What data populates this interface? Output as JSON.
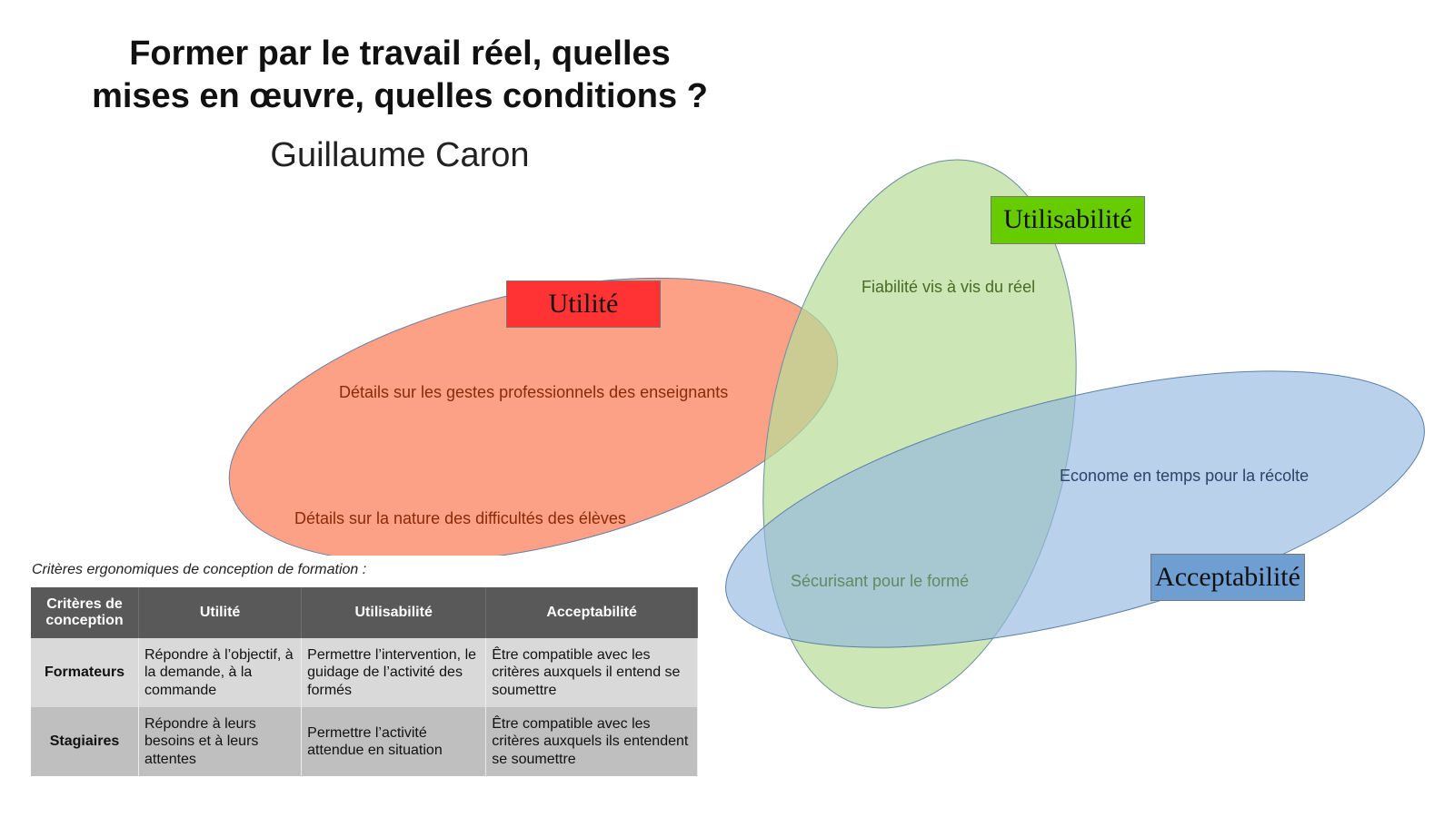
{
  "slide": {
    "title_line1": "Former par le travail réel, quelles",
    "title_line2": "mises en œuvre, quelles conditions ?",
    "author": "Guillaume Caron"
  },
  "diagram": {
    "sets": [
      {
        "name": "Utilité",
        "color": "#ff3030",
        "items": [
          "Détails sur les gestes professionnels des enseignants",
          "Détails sur la nature des difficultés des élèves"
        ]
      },
      {
        "name": "Utilisabilité",
        "color": "#66cc00",
        "items": [
          "Fiabilité vis à vis du réel"
        ]
      },
      {
        "name": "Acceptabilité",
        "color": "#6f9ed2",
        "items": [
          "Econome en temps pour la récolte"
        ]
      }
    ],
    "intersection_green_blue": "Sécurisant pour le formé"
  },
  "table": {
    "caption": "Critères ergonomiques de conception de formation :",
    "headers": [
      "Critères de conception",
      "Utilité",
      "Utilisabilité",
      "Acceptabilité"
    ],
    "rows": [
      [
        "Formateurs",
        "Répondre à l’objectif, à la demande, à la commande",
        "Permettre l’intervention, le guidage de l’activité des formés",
        "Être compatible avec les critères auxquels il entend se soumettre"
      ],
      [
        "Stagiaires",
        "Répondre à leurs besoins et à leurs attentes",
        "Permettre l’activité attendue en situation",
        "Être compatible avec les critères auxquels ils entendent se soumettre"
      ]
    ]
  }
}
